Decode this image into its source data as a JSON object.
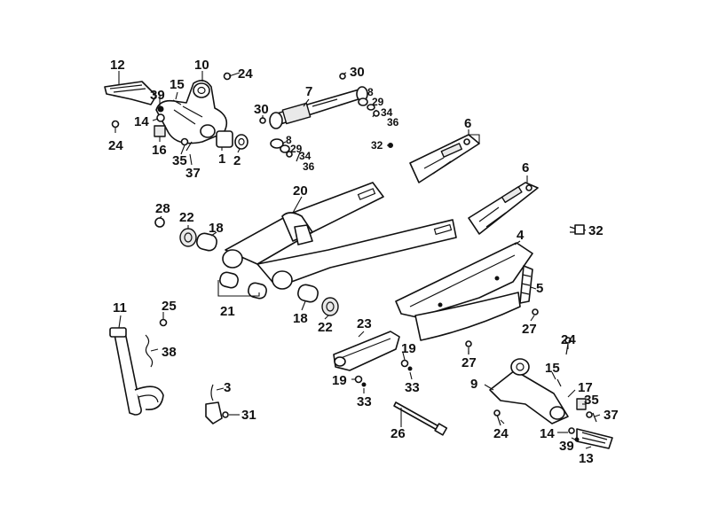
{
  "callouts": {
    "n1": "1",
    "n2": "2",
    "n3": "3",
    "n4": "4",
    "n5": "5",
    "n6a": "6",
    "n6b": "6",
    "n7": "7",
    "n8a": "8",
    "n8b": "8",
    "n9": "9",
    "n10": "10",
    "n11": "11",
    "n12": "12",
    "n13": "13",
    "n14a": "14",
    "n14b": "14",
    "n15a": "15",
    "n15b": "15",
    "n16": "16",
    "n17": "17",
    "n18a": "18",
    "n18b": "18",
    "n19a": "19",
    "n19b": "19",
    "n20": "20",
    "n21": "21",
    "n22a": "22",
    "n22b": "22",
    "n23": "23",
    "n24a": "24",
    "n24b": "24",
    "n24c": "24",
    "n24d": "24",
    "n25": "25",
    "n26": "26",
    "n27a": "27",
    "n27b": "27",
    "n28": "28",
    "n29a": "29",
    "n29b": "29",
    "n30a": "30",
    "n30b": "30",
    "n31": "31",
    "n32a": "32",
    "n32b": "32",
    "n33a": "33",
    "n33b": "33",
    "n34a": "34",
    "n34b": "34",
    "n35a": "35",
    "n35b": "35",
    "n36a": "36",
    "n36b": "36",
    "n37a": "37",
    "n37b": "37",
    "n38": "38",
    "n39a": "39",
    "n39b": "39"
  }
}
